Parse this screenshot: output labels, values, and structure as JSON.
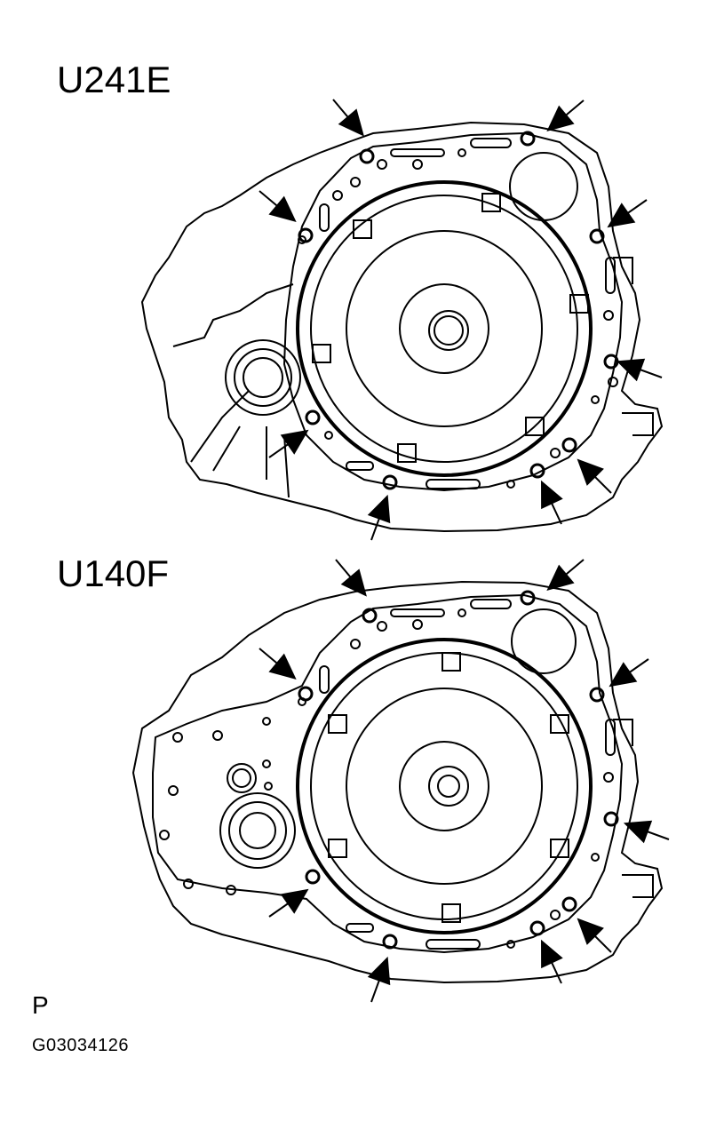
{
  "diagrams": [
    {
      "model_label": "U241E",
      "arrow_icon": "bolt-pointer-arrow"
    },
    {
      "model_label": "U140F",
      "arrow_icon": "bolt-pointer-arrow"
    }
  ],
  "footer": {
    "mark": "P",
    "figure_id": "G03034126"
  },
  "colors": {
    "ink": "#000000",
    "background": "#ffffff"
  }
}
